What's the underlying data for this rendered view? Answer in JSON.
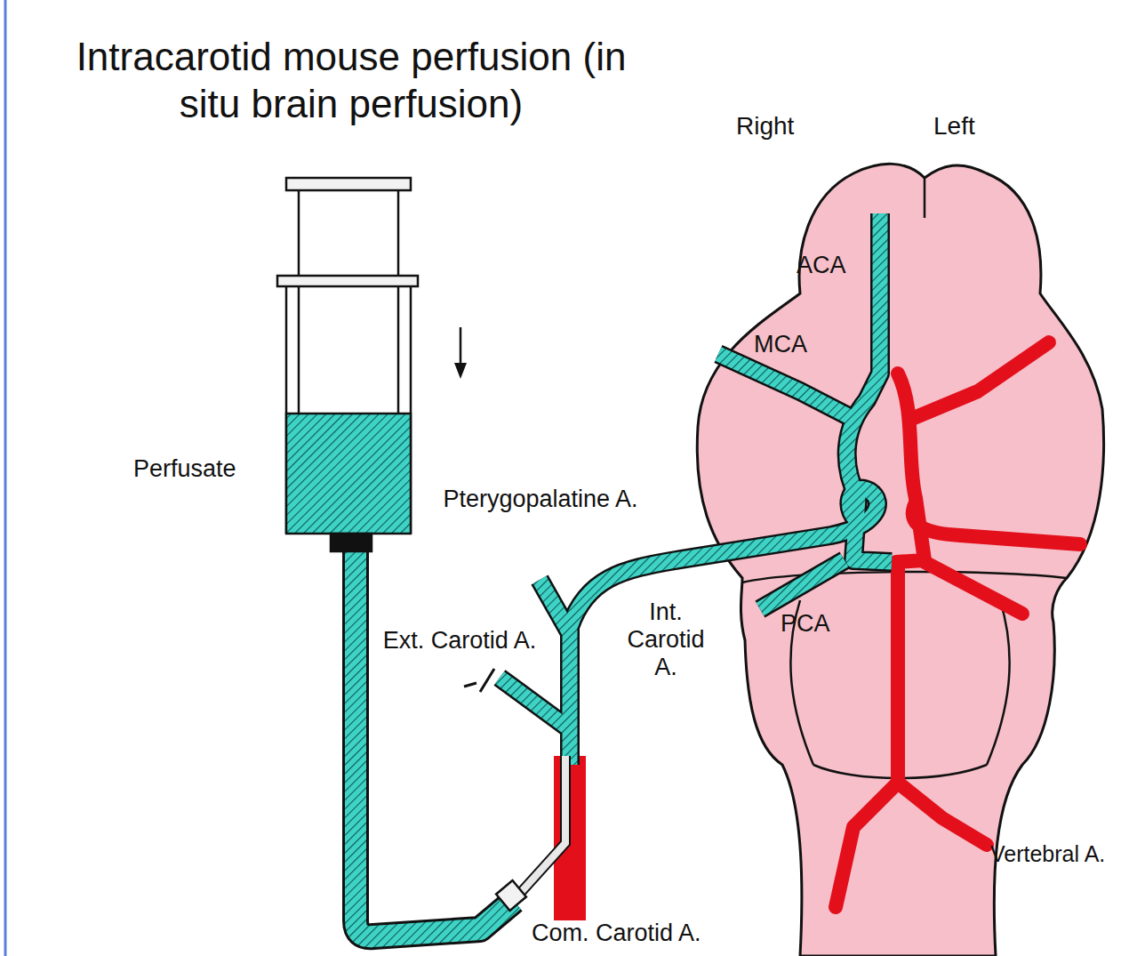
{
  "diagram": {
    "title": "Intracarotid mouse perfusion (in situ brain perfusion)",
    "labels": [
      "Right",
      "Left",
      "ACA",
      "MCA",
      "PCA",
      "Perfusate",
      "Pterygopalatine A.",
      "Ext. Carotid A.",
      "Int. Carotid A.",
      "Com. Carotid A.",
      "Vertebral A."
    ]
  }
}
